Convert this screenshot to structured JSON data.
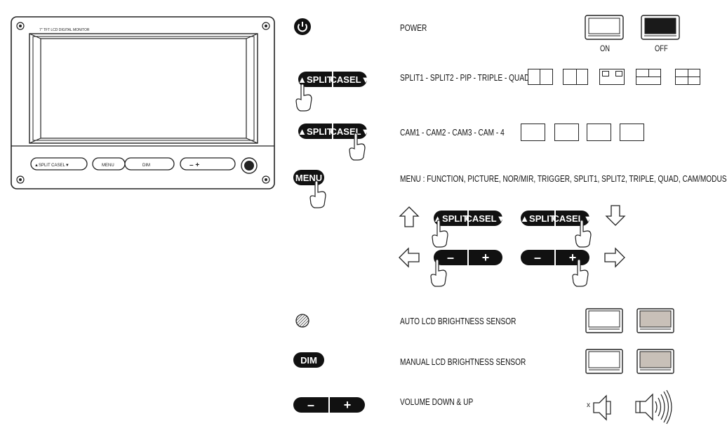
{
  "monitor": {
    "brand_text": "7\" TFT LCD DIGITAL MONITOR",
    "btn_split_case": "▲SPLIT CASEL▼",
    "btn_menu": "MENU",
    "btn_dim": "DIM",
    "btn_vol": "– +"
  },
  "power": {
    "label": "POWER",
    "on": "ON",
    "off": "OFF"
  },
  "split": {
    "label": "SPLIT1 - SPLIT2 - PIP - TRIPLE - QUAD",
    "btn_split": "▲SPLIT",
    "btn_case": "CASEL▼"
  },
  "cam": {
    "label": "CAM1 - CAM2 - CAM3 - CAM - 4"
  },
  "menu": {
    "btn": "MENU",
    "label": "MENU :  FUNCTION, PICTURE, NOR/MIR, TRIGGER, SPLIT1, SPLIT2, TRIPLE, QUAD, CAM/MODUS"
  },
  "nav": {
    "minus": "–",
    "plus": "+"
  },
  "auto": {
    "label": "AUTO LCD BRIGHTNESS SENSOR"
  },
  "dim": {
    "btn": "DIM",
    "label": "MANUAL LCD BRIGHTNESS SENSOR"
  },
  "volume": {
    "label": "VOLUME DOWN & UP",
    "mute_mark": "x"
  },
  "colors": {
    "screen_off": "#1a1a1a",
    "screen_dim": "#c8c0b8"
  }
}
